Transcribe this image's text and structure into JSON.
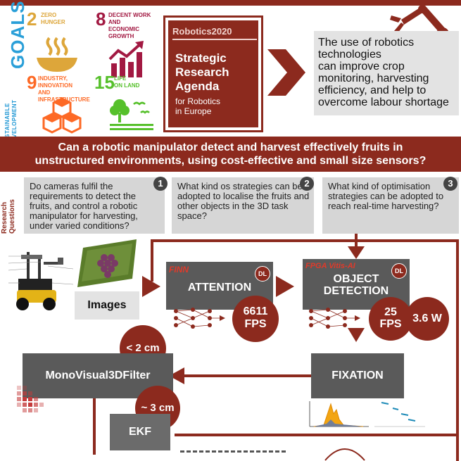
{
  "sdg": {
    "side_title_1": "SUSTAINABLE",
    "side_title_2": "DEVELOPMENT",
    "side_goals": "GOALS",
    "goals": [
      {
        "num": "2",
        "label_1": "ZERO",
        "label_2": "HUNGER",
        "color": "#dda63a",
        "icon": "bowl-icon"
      },
      {
        "num": "8",
        "label_1": "DECENT WORK AND",
        "label_2": "ECONOMIC GROWTH",
        "color": "#a21942",
        "icon": "growth-chart-icon"
      },
      {
        "num": "9",
        "label_1": "INDUSTRY, INNOVATION",
        "label_2": "AND INFRASTRUCTURE",
        "color": "#fd6925",
        "icon": "cubes-icon"
      },
      {
        "num": "15",
        "label_1": "LIFE",
        "label_2": "ON LAND",
        "color": "#56c02b",
        "icon": "tree-birds-icon"
      }
    ]
  },
  "agenda": {
    "header": "Robotics2020",
    "title_1": "Strategic",
    "title_2": "Research",
    "title_3": "Agenda",
    "sub_1": "for Robotics",
    "sub_2": "in Europe"
  },
  "claim": {
    "lines": [
      "The use of robotics",
      "technologies",
      "can improve crop",
      "monitoring, harvesting",
      "efficiency, and help to",
      "overcome labour shortage"
    ]
  },
  "question": {
    "line_1": "Can a robotic manipulator detect and harvest effectively fruits in",
    "line_2": "unstructured environments, using cost-effective and small size sensors?"
  },
  "research_questions": {
    "label_1": "Research",
    "label_2": "Questions",
    "items": [
      {
        "num": "1",
        "text": "Do cameras fulfil the requirements to detect the fruits, and control a robotic manipulator for harvesting, under varied conditions?"
      },
      {
        "num": "2",
        "text": "What kind os strategies can be adopted to localise the fruits and other objects in the 3D task space?"
      },
      {
        "num": "3",
        "text": "What kind of optimisation strategies can be adopted to reach real-time harvesting?"
      }
    ]
  },
  "pipeline": {
    "images": "Images",
    "attention_brand": "FINN",
    "attention": "ATTENTION",
    "attention_dl": "DL",
    "attention_fps_1": "6611",
    "attention_fps_2": "FPS",
    "detect_brand": "FPGA Vitis-AI",
    "detect_1": "OBJECT",
    "detect_2": "DETECTION",
    "detect_dl": "DL",
    "detect_fps_1": "25",
    "detect_fps_2": "FPS",
    "detect_power": "3.6 W",
    "fixation": "FIXATION",
    "mono_err": "< 2 cm",
    "mono": "MonoVisual3DFilter",
    "ekf_err": "~ 3 cm",
    "ekf": "EKF"
  },
  "colors": {
    "accent": "#8c2a1e",
    "dark_box": "#5a5a5a",
    "light_box": "#d6d6d6"
  }
}
